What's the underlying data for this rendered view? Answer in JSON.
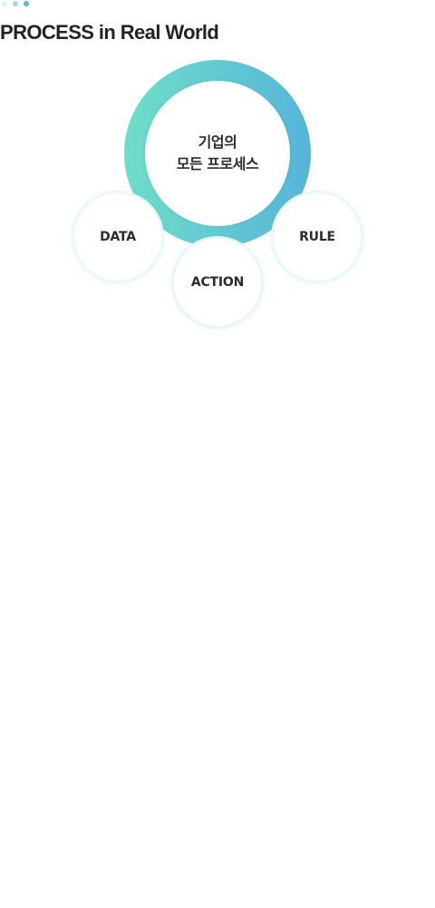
{
  "header": {
    "title": "PROCESS in Real World"
  },
  "colors": {
    "ring_start": "#6ddfc8",
    "ring_end": "#57b4d9",
    "text": "#1f2226",
    "dot_light": "#d9f2f2",
    "dot_mid": "#9fdcdc",
    "dot_dark": "#4fbfc6"
  },
  "diagram": {
    "center": {
      "line1": "기업의",
      "line2": "모든 프로세스"
    },
    "nodes": {
      "data": "DATA",
      "action": "ACTION",
      "rule": "RULE"
    }
  }
}
